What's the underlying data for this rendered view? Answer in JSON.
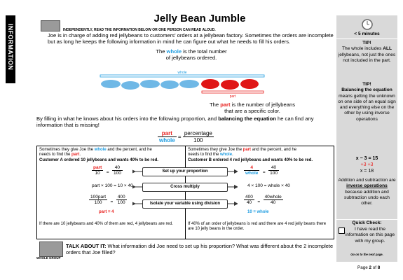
{
  "sidebar": {
    "label": "INFORMATION"
  },
  "header": {
    "title": "Jelly Bean Jumble",
    "instruction": "INDEPENDENTLY, READ THE INFORMATION BELOW OR ONE PERSON CAN READ ALOUD."
  },
  "intro": {
    "text": "Joe is in charge of adding red jellybeans to customers' orders at a jellybean factory.  Sometimes the orders are incomplete but as long he keeps the following information in mind he can figure out what he needs to fill his orders.",
    "whole_pre": "The ",
    "whole_word": "whole",
    "whole_post": " is the total number",
    "whole_line2": "of jellybeans ordered.",
    "whole_label": "whole",
    "part_label": "part",
    "part_pre": "The ",
    "part_word": "part",
    "part_post": " is the number of jellybeans",
    "part_line2": "that are a specific color.",
    "proportion_pre": "By filling in what he knows about his orders into the following proportion, and ",
    "proportion_bold": "balancing the equation",
    "proportion_post": " he can find any information that is missing!",
    "frac_part": "part",
    "frac_whole": "whole",
    "frac_equals": "=",
    "frac_percentage": "percentage",
    "frac_100": "100"
  },
  "examples": {
    "left": {
      "line1_a": "Sometimes they give Joe the ",
      "line1_w": "whole",
      "line1_b": " and the percent, and he",
      "line2_a": "needs to find the ",
      "line2_p": "part",
      "line2_b": ".",
      "customer": "Customer A ordered 10 jellybeans and wants 40% to be red.",
      "step1_n": "part",
      "step1_d": "10",
      "step1_eq": "=",
      "step1_rn": "40",
      "step1_rd": "100",
      "step2": "part × 100 = 10 × 40",
      "step3_n": "100part",
      "step3_d": "100",
      "step3_rn": "400",
      "step3_rd": "100",
      "answer": "part = 4",
      "conclusion": "If there are 10 jellybeans and 40% of them are red, 4 jellybeans are red."
    },
    "right": {
      "line1_a": "Sometimes they give Joe the ",
      "line1_p": "part",
      "line1_b": " and the percent, and he",
      "line2_a": "needs to find the ",
      "line2_w": "whole",
      "line2_b": ".",
      "customer": "Customer B ordered 4 red jellybeans and wants 40% to be red.",
      "step1_n": "4",
      "step1_d": "whole",
      "step1_eq": "=",
      "step1_rn": "40",
      "step1_rd": "100",
      "step2": "4 × 100 = whole × 40",
      "step3_n": "400",
      "step3_d": "40",
      "step3_rn": "40whole",
      "step3_rd": "40",
      "answer": "10 = whole",
      "conclusion": "If 40% of an order of jellybeans is red and there are 4 red jelly beans there are 10 jelly beans in the order."
    },
    "arrows": [
      "Set up your proportion",
      "Cross multiply",
      "Isolate your variable using division"
    ]
  },
  "talk": {
    "label": "TALK ABOUT IT:",
    "text": " What information did Joe need to set up his proportion?  What was different about the 2 incomplete orders that Joe filled?",
    "group_label": "WHOLE GROUP"
  },
  "right_panel": {
    "time": "< 5 minutes",
    "tip1_title": "TIP!",
    "tip1_a": "The whole includes ",
    "tip1_bold": "ALL",
    "tip1_b": " jellybeans, not just the ones not included in the part.",
    "tip2_title": "TIP!",
    "tip2_bold": "Balancing the equation",
    "tip2_a": " means getting the unknown on one side of an equal sign and everything else on the other by using inverse operations",
    "eq1": "x − 3 = 15",
    "eq2": "+3    +3",
    "eq3": "x   = 18",
    "tip3_a": "Addition and subtraction are ",
    "tip3_bold": "inverse operations",
    "tip3_b": " because addition and subtraction undo each other.",
    "quick_title": "Quick Check:",
    "quick_text": "I have read the information on this page with my group.",
    "next_page": "Go on to the next page."
  },
  "footer": {
    "page_label": "Page ",
    "page_num": "2",
    "of": " of ",
    "total": "8"
  },
  "colors": {
    "whole": "#1b9be0",
    "part": "#e8201e",
    "panel": "#d9d9d9"
  }
}
